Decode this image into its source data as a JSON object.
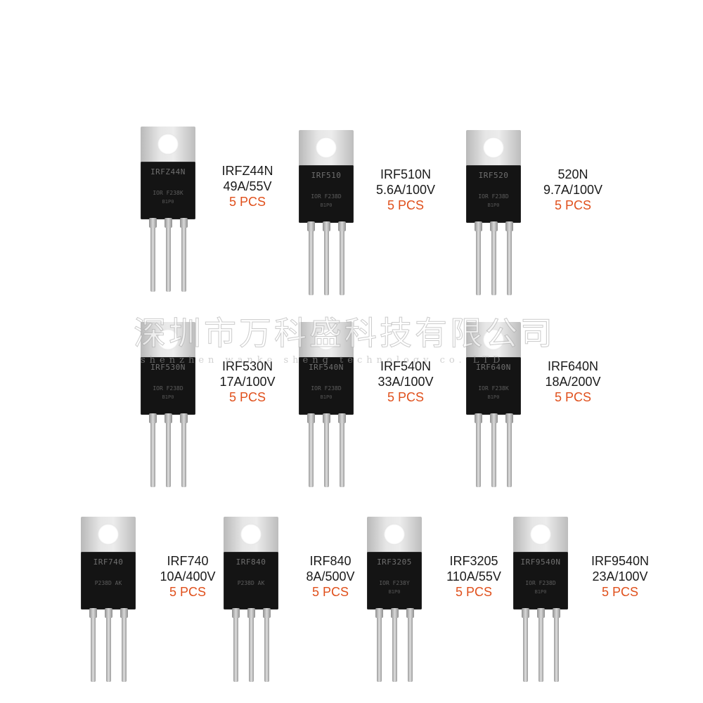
{
  "watermark": {
    "line1": "深圳市万科盛科技有限公司",
    "line2": "shenzhen wanke sheng technology co. LTD"
  },
  "items": [
    {
      "marking": "IRFZ44N",
      "sub": "IOR F238K",
      "sub2": "B1P0",
      "name": "IRFZ44N",
      "rating": "49A/55V",
      "qty": "5 PCS"
    },
    {
      "marking": "IRF510",
      "sub": "IOR F238D",
      "sub2": "B1P0",
      "name": "IRF510N",
      "rating": "5.6A/100V",
      "qty": "5 PCS"
    },
    {
      "marking": "IRF520",
      "sub": "IOR F238D",
      "sub2": "B1P0",
      "name": "520N",
      "rating": "9.7A/100V",
      "qty": "5 PCS"
    },
    {
      "marking": "IRF530N",
      "sub": "IOR F238D",
      "sub2": "B1P0",
      "name": "IRF530N",
      "rating": "17A/100V",
      "qty": "5 PCS"
    },
    {
      "marking": "IRF540N",
      "sub": "IOR F238D",
      "sub2": "B1P0",
      "name": "IRF540N",
      "rating": "33A/100V",
      "qty": "5 PCS"
    },
    {
      "marking": "IRF640N",
      "sub": "IOR F238K",
      "sub2": "B1P0",
      "name": "IRF640N",
      "rating": "18A/200V",
      "qty": "5 PCS"
    },
    {
      "marking": "IRF740",
      "sub": "P238D AK",
      "sub2": "",
      "name": "IRF740",
      "rating": "10A/400V",
      "qty": "5 PCS"
    },
    {
      "marking": "IRF840",
      "sub": "P238D AK",
      "sub2": "",
      "name": "IRF840",
      "rating": "8A/500V",
      "qty": "5 PCS"
    },
    {
      "marking": "IRF3205",
      "sub": "IOR F238Y",
      "sub2": "B1P0",
      "name": "IRF3205",
      "rating": "110A/55V",
      "qty": "5 PCS"
    },
    {
      "marking": "IRF9540N",
      "sub": "IOR F238D",
      "sub2": "B1P0",
      "name": "IRF9540N",
      "rating": "23A/100V",
      "qty": "5 PCS"
    }
  ]
}
